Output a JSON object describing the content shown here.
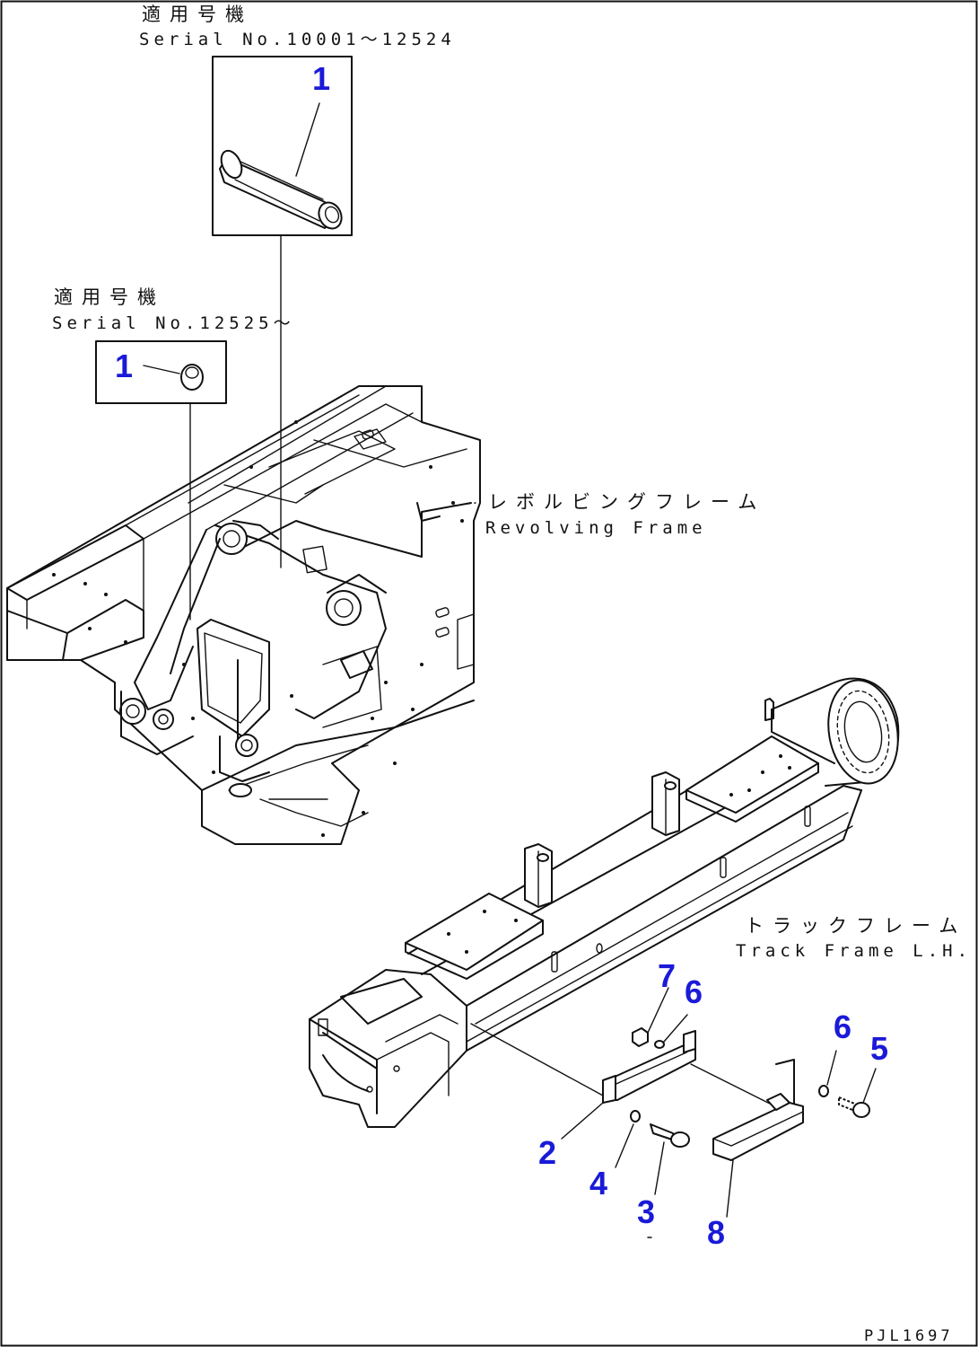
{
  "diagram": {
    "inset_top": {
      "title_jp": "適用号機",
      "serial_range": "Serial No.10001～12524",
      "callout": "1"
    },
    "inset_left": {
      "title_jp": "適用号機",
      "serial_range": "Serial No.12525～",
      "callout": "1"
    },
    "revolving_frame": {
      "label_jp": "レボルビングフレーム",
      "label_en": "Revolving Frame"
    },
    "track_frame": {
      "label_jp": "トラックフレーム Ｌ",
      "label_en": "Track Frame L.H."
    },
    "callouts": {
      "c2": "2",
      "c3": "3",
      "c4": "4",
      "c5": "5",
      "c6a": "6",
      "c6b": "6",
      "c7": "7",
      "c8": "8"
    },
    "drawing_number": "PJL1697",
    "callout_color": "#1a1ad8"
  }
}
